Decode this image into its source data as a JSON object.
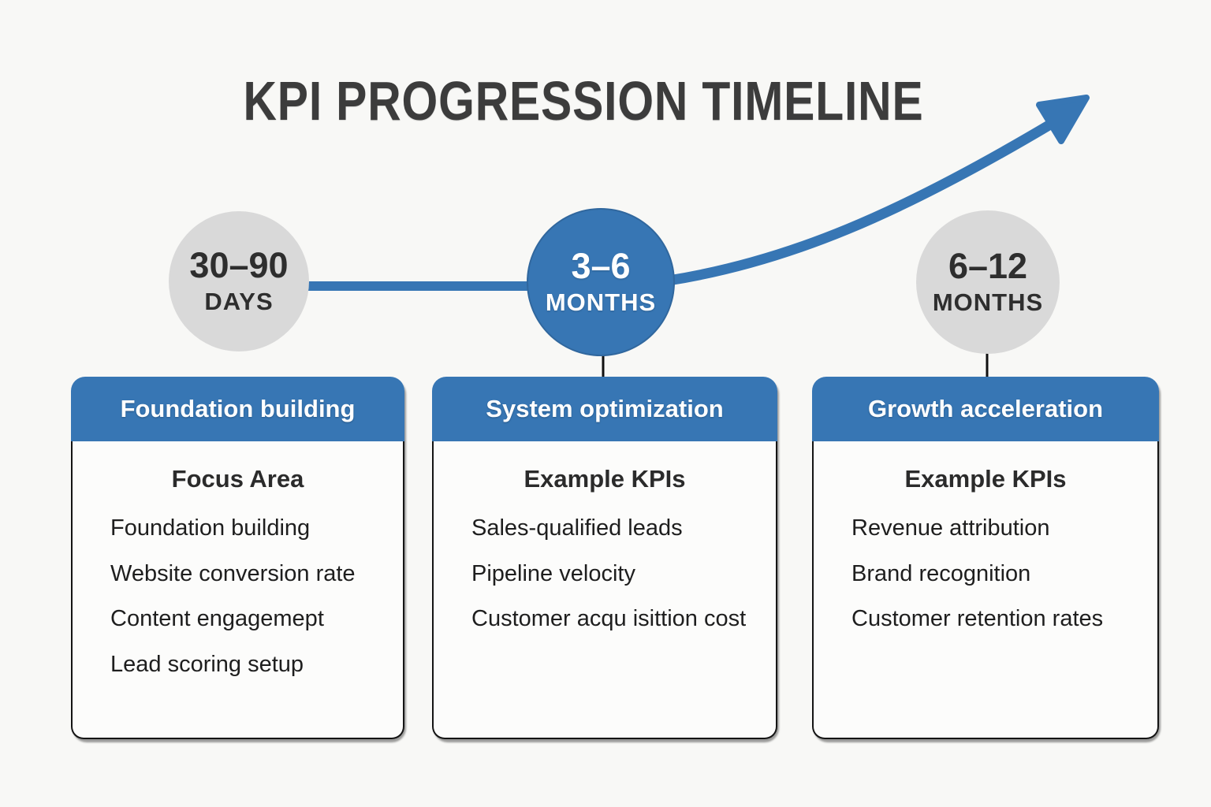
{
  "title": "KPI PROGRESSION TIMELINE",
  "colors": {
    "blue": "#3776b4",
    "gray": "#d9d9d9",
    "bg": "#f8f8f6",
    "ink": "#1e1e1e",
    "title-ink": "#3c3c3c"
  },
  "timeline": {
    "milestones": [
      {
        "range": "30–90",
        "unit": "DAYS",
        "style": "gray"
      },
      {
        "range": "3–6",
        "unit": "MONTHS",
        "style": "blue"
      },
      {
        "range": "6–12",
        "unit": "MONTHS",
        "style": "gray"
      }
    ],
    "arrow": "growth-arrow"
  },
  "cards": [
    {
      "header": "Foundation building",
      "subheading": "Focus Area",
      "items": [
        "Foundation building",
        "Website conversion rate",
        "Content engagemept",
        "Lead scoring setup"
      ]
    },
    {
      "header": "System optimization",
      "subheading": "Example KPIs",
      "items": [
        "Sales-qualified leads",
        "Pipeline velocity",
        "Customer acqu isittion cost"
      ]
    },
    {
      "header": "Growth acceleration",
      "subheading": "Example KPIs",
      "items": [
        "Revenue attribution",
        "Brand recognition",
        "Customer retention rates"
      ]
    }
  ]
}
